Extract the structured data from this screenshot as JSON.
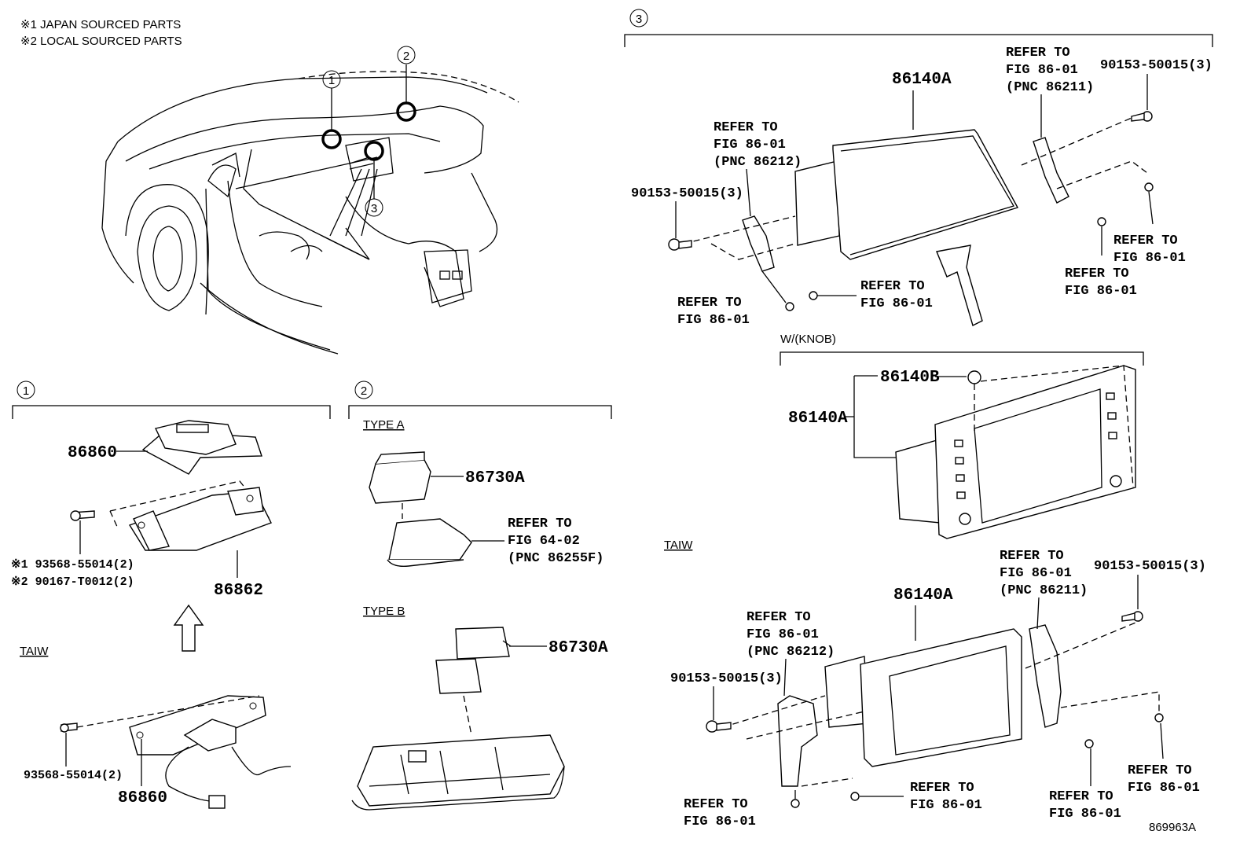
{
  "notes": {
    "line1": "※1 JAPAN SOURCED PARTS",
    "line2": "※2 LOCAL SOURCED PARTS"
  },
  "callouts": {
    "c1": "1",
    "c2": "2",
    "c3": "3"
  },
  "section1": {
    "part_a": "86860",
    "part_b": "86862",
    "bolt_line1": "※1 93568-55014(2)",
    "bolt_line2": "※2 90167-T0012(2)",
    "taiw": "TAIW",
    "taiw_bolt": "93568-55014(2)",
    "taiw_part": "86860"
  },
  "section2": {
    "type_a": "TYPE A",
    "type_b": "TYPE B",
    "part_a": "86730A",
    "part_b": "86730A",
    "refer_l1": "REFER TO",
    "refer_l2": "FIG 64-02",
    "refer_l3": "(PNC 86255F)"
  },
  "section3": {
    "top": {
      "part": "86140A",
      "ref_left_l1": "REFER TO",
      "ref_left_l2": "FIG 86-01",
      "ref_left_l3": "(PNC 86212)",
      "ref_right_l1": "REFER TO",
      "ref_right_l2": "FIG 86-01",
      "ref_right_l3": "(PNC 86211)",
      "bolt_left": "90153-50015(3)",
      "bolt_right": "90153-50015(3)",
      "ref_b1_l1": "REFER TO",
      "ref_b1_l2": "FIG 86-01",
      "ref_b2_l1": "REFER TO",
      "ref_b2_l2": "FIG 86-01",
      "ref_b3_l1": "REFER TO",
      "ref_b3_l2": "FIG 86-01",
      "ref_b4_l1": "REFER TO",
      "ref_b4_l2": "FIG 86-01"
    },
    "knob": {
      "header": "W/(KNOB)",
      "part_b": "86140B",
      "part_a": "86140A"
    },
    "taiw": {
      "label": "TAIW",
      "part": "86140A",
      "ref_left_l1": "REFER TO",
      "ref_left_l2": "FIG 86-01",
      "ref_left_l3": "(PNC 86212)",
      "ref_right_l1": "REFER TO",
      "ref_right_l2": "FIG 86-01",
      "ref_right_l3": "(PNC 86211)",
      "bolt_left": "90153-50015(3)",
      "bolt_right": "90153-50015(3)",
      "ref_b1_l1": "REFER TO",
      "ref_b1_l2": "FIG 86-01",
      "ref_b2_l1": "REFER TO",
      "ref_b2_l2": "FIG 86-01",
      "ref_b3_l1": "REFER TO",
      "ref_b3_l2": "FIG 86-01",
      "ref_b4_l1": "REFER TO",
      "ref_b4_l2": "FIG 86-01"
    }
  },
  "figure_id": "869963A"
}
